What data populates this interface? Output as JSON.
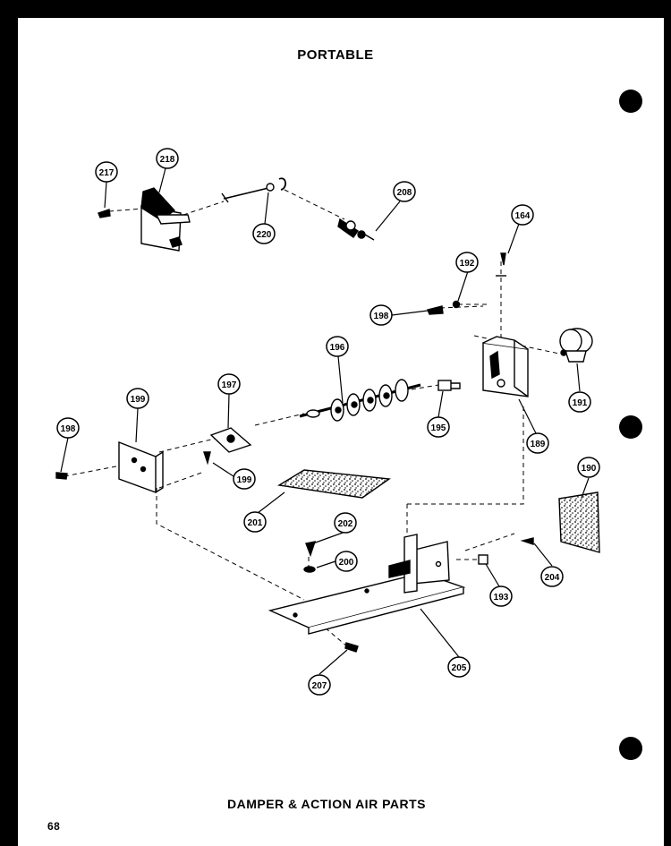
{
  "header": {
    "title": "PORTABLE"
  },
  "footer": {
    "caption": "DAMPER & ACTION AIR PARTS",
    "page_number": "68"
  },
  "callouts": {
    "c217": "217",
    "c218": "218",
    "c220": "220",
    "c208": "208",
    "c164": "164",
    "c192": "192",
    "c198a": "198",
    "c196": "196",
    "c197": "197",
    "c199a": "199",
    "c195": "195",
    "c191": "191",
    "c189": "189",
    "c198b": "198",
    "c199b": "199",
    "c201": "201",
    "c202": "202",
    "c200": "200",
    "c193": "193",
    "c204": "204",
    "c190": "190",
    "c205": "205",
    "c207": "207"
  }
}
